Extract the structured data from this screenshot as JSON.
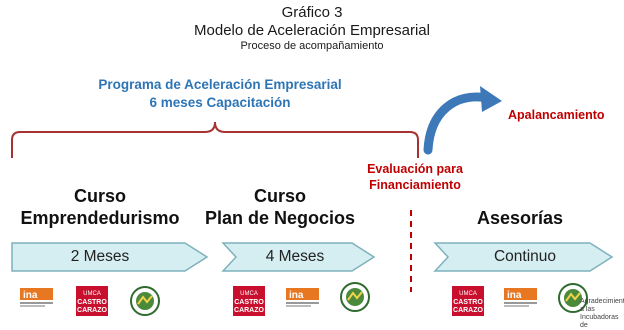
{
  "header": {
    "title": "Gráfico 3",
    "subtitle": "Modelo de Aceleración Empresarial",
    "caption": "Proceso de acompañamiento"
  },
  "program": {
    "line1": "Programa de Aceleración Empresarial",
    "line2": "6 meses Capacitación"
  },
  "evaluation": {
    "line1": "Evaluación para",
    "line2": "Financiamiento"
  },
  "leverage": "Apalancamiento",
  "stages": [
    {
      "title1": "Curso",
      "title2": "Emprendedurismo",
      "duration": "2 Meses"
    },
    {
      "title1": "Curso",
      "title2": "Plan de Negocios",
      "duration": "4 Meses"
    },
    {
      "title1": "Asesorías",
      "title2": "",
      "duration": "Continuo"
    }
  ],
  "logos": {
    "castro_line1": "UMCA",
    "castro_line2": "CASTRO",
    "castro_line3": "CARAZO",
    "inta_text": "ina"
  },
  "footnote": {
    "line1": "Agradecimiento",
    "line2": "a las Incubadoras de"
  },
  "colors": {
    "arrow_fill": "#d5eef1",
    "arrow_stroke": "#7fb1bd",
    "bracket": "#a83232",
    "dash": "#c00000",
    "curve": "#3d78b8",
    "blue_text": "#2e75b6",
    "red_text": "#c00000"
  }
}
